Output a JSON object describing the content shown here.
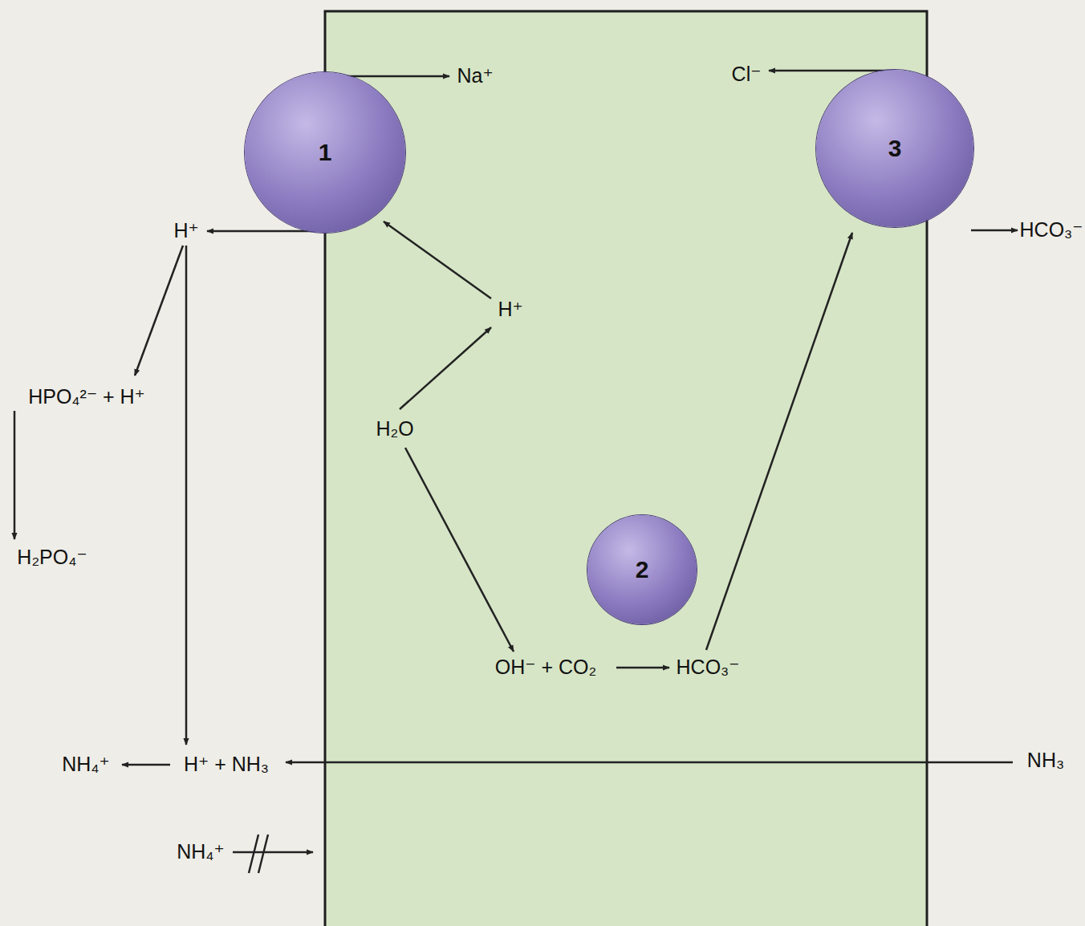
{
  "diagram": {
    "nodes": [
      {
        "text": [
          "1"
        ]
      },
      {
        "text": [
          "3"
        ]
      },
      {
        "text": [
          "2"
        ]
      }
    ],
    "labels": [
      "Na⁺",
      "Cl⁻",
      "H⁺",
      "H⁺",
      "HCO₃⁻",
      "HPO₄²⁻ + H⁺",
      "H₂PO₄⁻",
      "H₂O",
      "OH⁻ + CO₂",
      "HCO₃⁻",
      "NH₄⁺",
      "H⁺ + NH₃",
      "NH₃",
      "NH₄⁺"
    ]
  }
}
